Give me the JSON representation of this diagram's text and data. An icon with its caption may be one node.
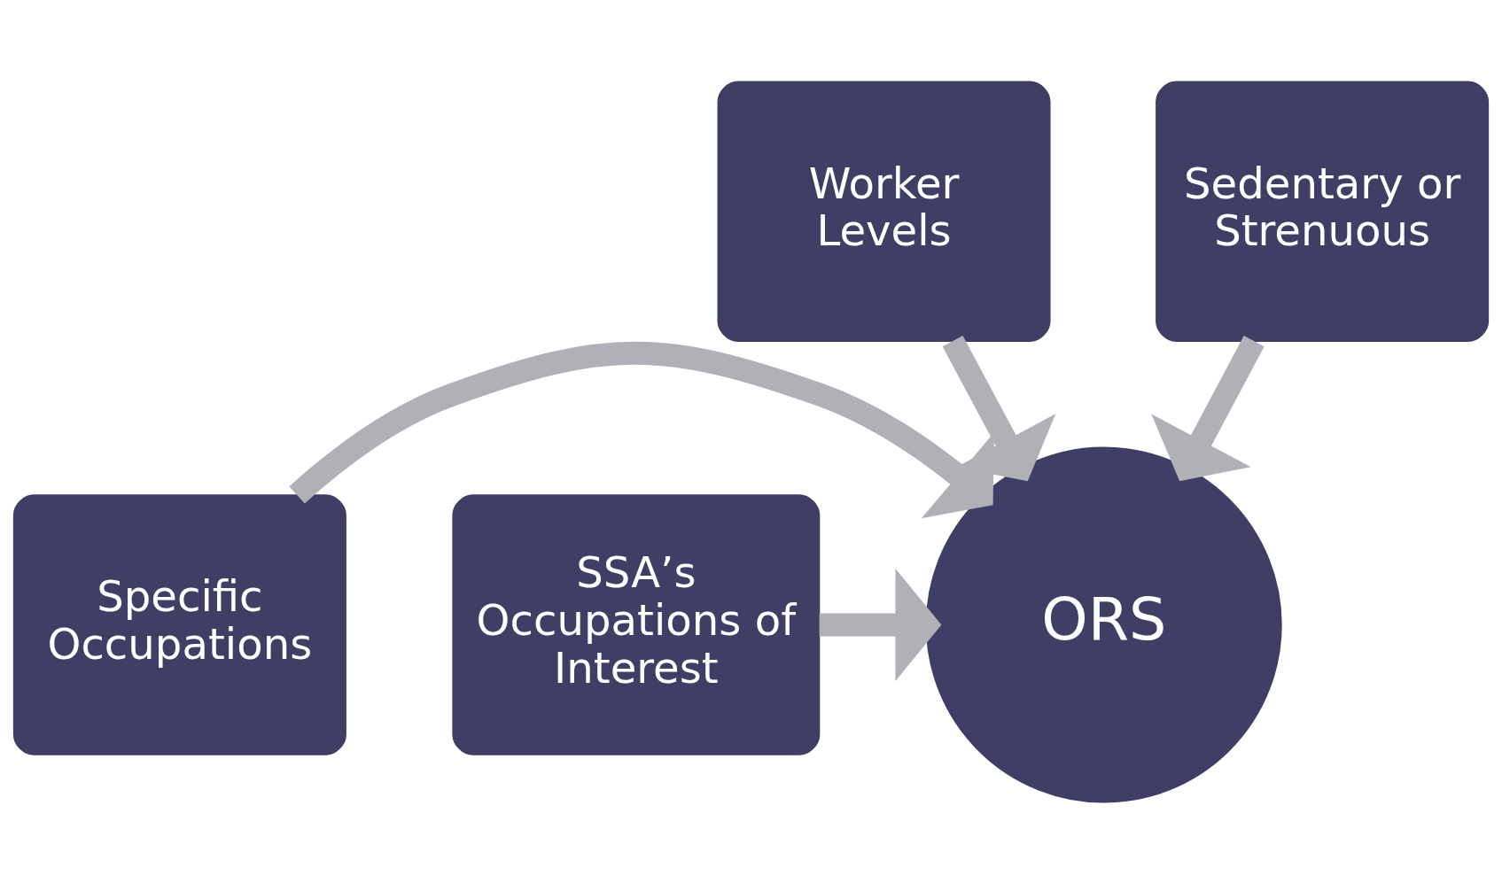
{
  "diagram": {
    "nodes": [
      {
        "text": [
          "Worker Levels"
        ]
      },
      {
        "text": [
          "Sedentary or Strenuous"
        ]
      },
      {
        "text": [
          "Specific Occupations"
        ]
      },
      {
        "text": [
          "ORS"
        ]
      },
      {
        "text": [
          "SSA’s Occupations of Interest"
        ]
      }
    ],
    "edges": [
      {
        "from": 0,
        "to": 3,
        "arrow": "to"
      },
      {
        "from": 1,
        "to": 3,
        "arrow": "to"
      },
      {
        "from": 2,
        "to": 3,
        "arrow": "to"
      },
      {
        "from": 4,
        "to": 3,
        "arrow": "to"
      }
    ]
  }
}
